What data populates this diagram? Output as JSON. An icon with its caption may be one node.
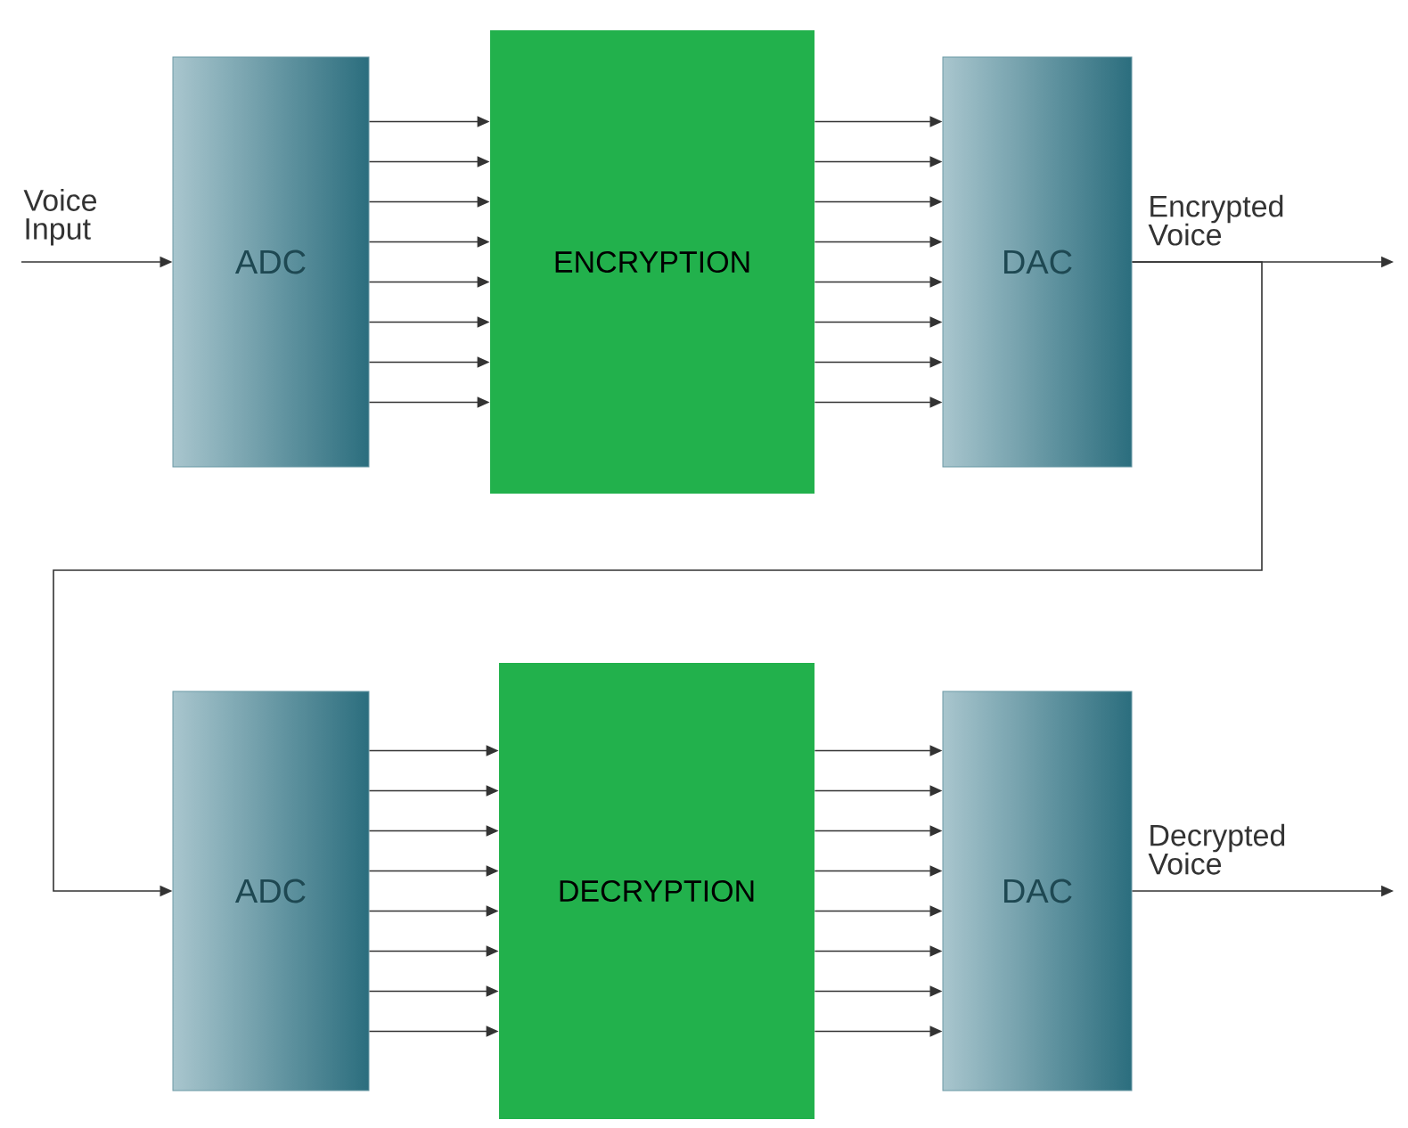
{
  "diagram": {
    "nodes": [
      {
        "text": [
          "ADC"
        ]
      },
      {
        "text": [
          "ENCRYPTION"
        ]
      },
      {
        "text": [
          "DAC"
        ]
      },
      {
        "text": [
          "ADC"
        ]
      },
      {
        "text": [
          "DECRYPTION"
        ]
      },
      {
        "text": [
          "DAC"
        ]
      }
    ],
    "edges": [
      {
        "from": null,
        "to": 0,
        "arrow": "to",
        "label": "Voice Input"
      },
      {
        "from": 0,
        "to": 1,
        "arrow": "to"
      },
      {
        "from": 0,
        "to": 1,
        "arrow": "to"
      },
      {
        "from": 0,
        "to": 1,
        "arrow": "to"
      },
      {
        "from": 0,
        "to": 1,
        "arrow": "to"
      },
      {
        "from": 0,
        "to": 1,
        "arrow": "to"
      },
      {
        "from": 0,
        "to": 1,
        "arrow": "to"
      },
      {
        "from": 0,
        "to": 1,
        "arrow": "to"
      },
      {
        "from": 0,
        "to": 1,
        "arrow": "to"
      },
      {
        "from": 1,
        "to": 2,
        "arrow": "to"
      },
      {
        "from": 1,
        "to": 2,
        "arrow": "to"
      },
      {
        "from": 1,
        "to": 2,
        "arrow": "to"
      },
      {
        "from": 1,
        "to": 2,
        "arrow": "to"
      },
      {
        "from": 1,
        "to": 2,
        "arrow": "to"
      },
      {
        "from": 1,
        "to": 2,
        "arrow": "to"
      },
      {
        "from": 1,
        "to": 2,
        "arrow": "to"
      },
      {
        "from": 1,
        "to": 2,
        "arrow": "to"
      },
      {
        "from": 2,
        "to": null,
        "arrow": "to",
        "label": "Encrypted Voice"
      },
      {
        "from": 2,
        "to": 3,
        "arrow": "to"
      },
      {
        "from": 3,
        "to": 4,
        "arrow": "to"
      },
      {
        "from": 3,
        "to": 4,
        "arrow": "to"
      },
      {
        "from": 3,
        "to": 4,
        "arrow": "to"
      },
      {
        "from": 3,
        "to": 4,
        "arrow": "to"
      },
      {
        "from": 3,
        "to": 4,
        "arrow": "to"
      },
      {
        "from": 3,
        "to": 4,
        "arrow": "to"
      },
      {
        "from": 3,
        "to": 4,
        "arrow": "to"
      },
      {
        "from": 3,
        "to": 4,
        "arrow": "to"
      },
      {
        "from": 4,
        "to": 5,
        "arrow": "to"
      },
      {
        "from": 4,
        "to": 5,
        "arrow": "to"
      },
      {
        "from": 4,
        "to": 5,
        "arrow": "to"
      },
      {
        "from": 4,
        "to": 5,
        "arrow": "to"
      },
      {
        "from": 4,
        "to": 5,
        "arrow": "to"
      },
      {
        "from": 4,
        "to": 5,
        "arrow": "to"
      },
      {
        "from": 4,
        "to": 5,
        "arrow": "to"
      },
      {
        "from": 4,
        "to": 5,
        "arrow": "to"
      },
      {
        "from": 5,
        "to": null,
        "arrow": "to",
        "label": "Decrypted Voice"
      }
    ]
  }
}
